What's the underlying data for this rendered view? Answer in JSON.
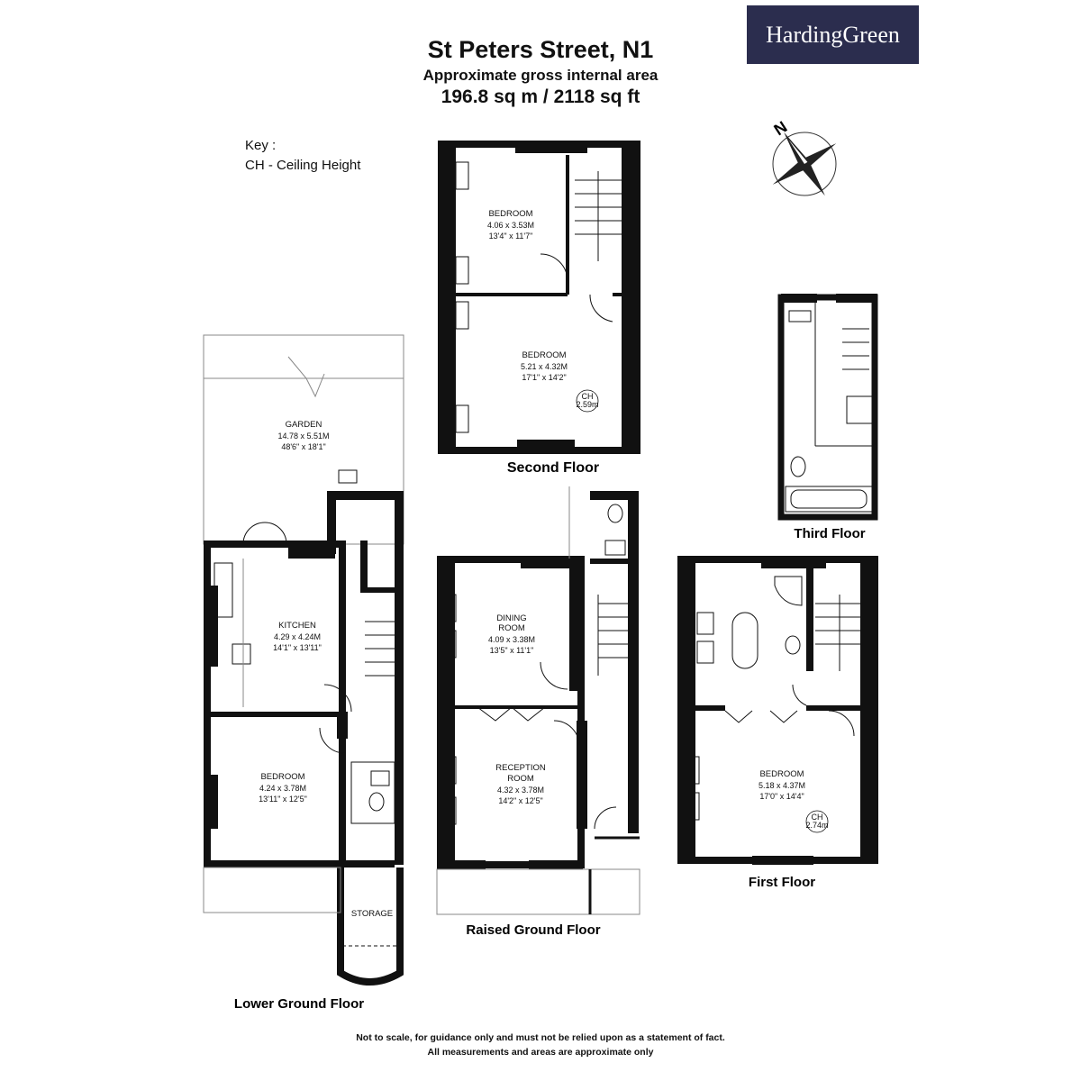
{
  "header": {
    "title": "St Peters Street, N1",
    "subtitle": "Approximate gross internal area",
    "area": "196.8 sq m /  2118 sq ft"
  },
  "brand": {
    "name": "HardingGreen",
    "color": "#2b2d4e"
  },
  "key": {
    "heading": "Key :",
    "item": "CH - Ceiling Height"
  },
  "compass": {
    "label": "N",
    "icon": "compass-rose-icon"
  },
  "floors": {
    "second": "Second Floor",
    "third": "Third Floor",
    "first": "First Floor",
    "raised_ground": "Raised Ground Floor",
    "lower_ground": "Lower Ground Floor"
  },
  "rooms": {
    "second_bed1": {
      "name": "BEDROOM",
      "metric": "4.06 x 3.53M",
      "imperial": "13'4\" x 11'7\""
    },
    "second_bed2": {
      "name": "BEDROOM",
      "metric": "5.21 x 4.32M",
      "imperial": "17'1\" x 14'2\"",
      "ch_label": "CH",
      "ch_value": "2.59m"
    },
    "garden": {
      "name": "GARDEN",
      "metric": "14.78 x 5.51M",
      "imperial": "48'6\" x 18'1\""
    },
    "kitchen": {
      "name": "KITCHEN",
      "metric": "4.29 x 4.24M",
      "imperial": "14'1\" x 13'11\""
    },
    "lower_bed": {
      "name": "BEDROOM",
      "metric": "4.24 x 3.78M",
      "imperial": "13'11\" x 12'5\""
    },
    "storage": {
      "name": "STORAGE"
    },
    "dining": {
      "name1": "DINING",
      "name2": "ROOM",
      "metric": "4.09 x 3.38M",
      "imperial": "13'5\" x 11'1\""
    },
    "reception": {
      "name1": "RECEPTION",
      "name2": "ROOM",
      "metric": "4.32 x 3.78M",
      "imperial": "14'2\" x 12'5\""
    },
    "first_bed": {
      "name": "BEDROOM",
      "metric": "5.18 x 4.37M",
      "imperial": "17'0\" x 14'4\"",
      "ch_label": "CH",
      "ch_value": "2.74m"
    }
  },
  "footer": {
    "line1": "Not to scale, for guidance only and must not be relied upon as a statement of fact.",
    "line2": "All measurements and areas are approximate only"
  },
  "colors": {
    "wall": "#111111",
    "line": "#555555"
  }
}
